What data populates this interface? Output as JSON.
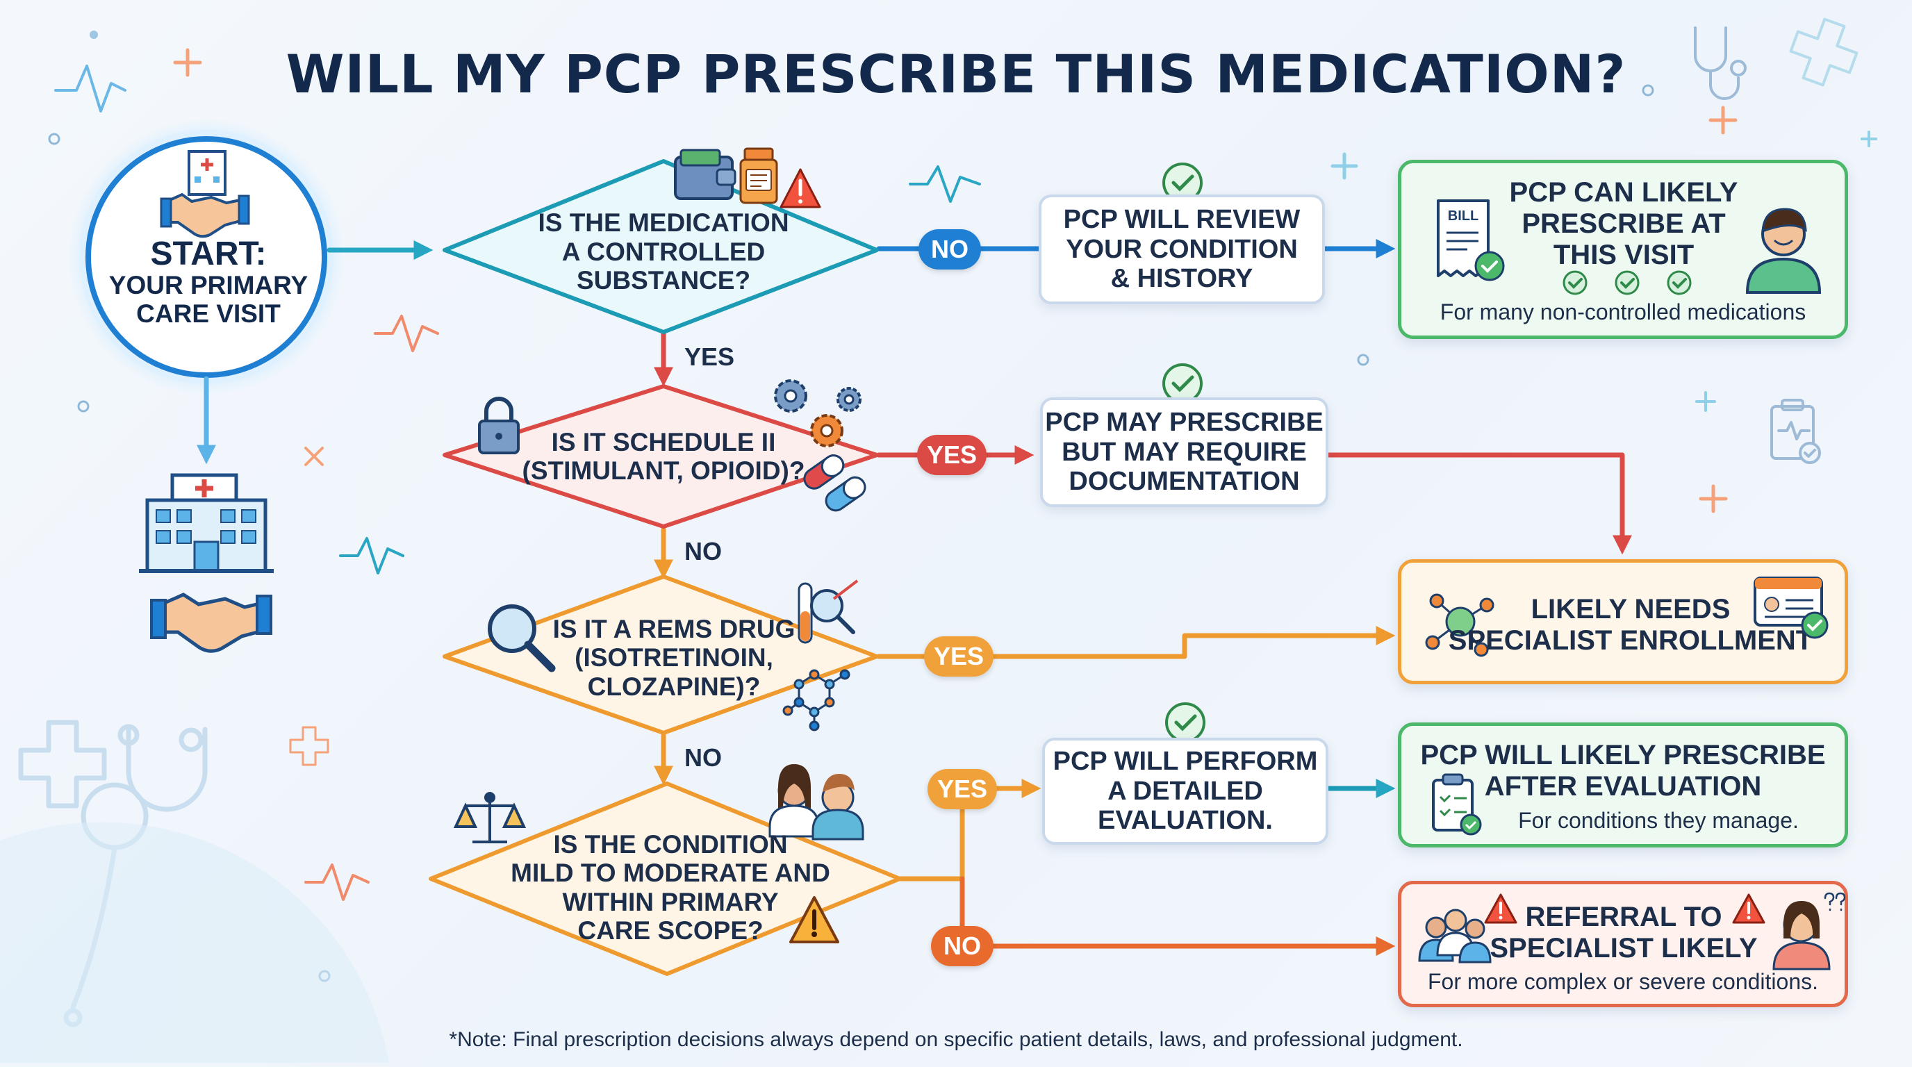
{
  "title": "WILL MY PCP PRESCRIBE THIS MEDICATION?",
  "start": {
    "title": "START:",
    "subtitle": "YOUR PRIMARY\nCARE VISIT"
  },
  "questions": [
    {
      "id": "q1",
      "text": "IS THE MEDICATION\nA CONTROLLED\nSUBSTANCE?"
    },
    {
      "id": "q2",
      "text": "IS IT SCHEDULE II\n(STIMULANT, OPIOID)?"
    },
    {
      "id": "q3",
      "text": "IS IT A REMS DRUG\n(ISOTRETINOIN,\nCLOZAPINE)?"
    },
    {
      "id": "q4",
      "text": "IS THE CONDITION\nMILD TO MODERATE AND\nWITHIN PRIMARY\nCARE SCOPE?"
    }
  ],
  "branch_labels": {
    "q1_no": "NO",
    "q1_yes": "YES",
    "q2_yes": "YES",
    "q2_no": "NO",
    "q3_yes": "YES",
    "q3_no": "NO",
    "q4_yes": "YES",
    "q4_no": "NO"
  },
  "actions": [
    {
      "id": "a1",
      "text": "PCP WILL REVIEW\nYOUR CONDITION\n& HISTORY"
    },
    {
      "id": "a2",
      "text": "PCP MAY PRESCRIBE\nBUT MAY REQUIRE\nDOCUMENTATION"
    },
    {
      "id": "a3",
      "text": "PCP WILL PERFORM\nA DETAILED\nEVALUATION."
    }
  ],
  "outcomes": [
    {
      "id": "o1",
      "title": "PCP CAN LIKELY\nPRESCRIBE AT\nTHIS VISIT",
      "subtitle": "For many non-controlled medications",
      "bill_label": "BILL"
    },
    {
      "id": "o2",
      "title": "LIKELY NEEDS\nSPECIALIST ENROLLMENT"
    },
    {
      "id": "o3",
      "title": "PCP WILL LIKELY PRESCRIBE\nAFTER EVALUATION",
      "subtitle": "For conditions they manage."
    },
    {
      "id": "o4",
      "title": "REFERRAL TO\nSPECIALIST LIKELY",
      "subtitle": "For more complex or severe conditions."
    }
  ],
  "note": "*Note: Final prescription decisions always depend on specific patient details, laws, and professional judgment.",
  "icons": [
    "hospital-icon",
    "handshake-icon",
    "wallet-icon",
    "pill-bottle-icon",
    "warning-icon",
    "check-icon",
    "lock-icon",
    "gear-icon",
    "capsule-icon",
    "magnifier-icon",
    "test-tube-icon",
    "molecule-icon",
    "scales-icon",
    "doctors-icon",
    "bill-icon",
    "person-icon",
    "clipboard-icon",
    "id-card-icon",
    "stethoscope-icon",
    "question-icon"
  ],
  "colors": {
    "navy": "#13294b",
    "teal": "#1c9bb5",
    "blue": "#1f7fd3",
    "red": "#dc4a46",
    "orange": "#f0a13a",
    "deep_orange": "#e86a2c",
    "green": "#4cb86a"
  }
}
